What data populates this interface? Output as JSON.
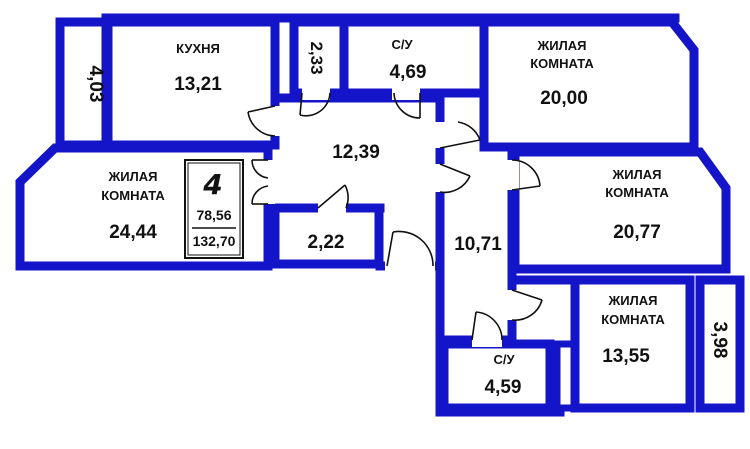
{
  "rooms": {
    "kitchen": {
      "name": "КУХНЯ",
      "area": "13,21"
    },
    "balcony_left": {
      "area": "4,03"
    },
    "pantry_top": {
      "area": "2,33"
    },
    "bathroom_top": {
      "name": "С/У",
      "area": "4,69"
    },
    "living_top_right": {
      "name_line1": "ЖИЛАЯ",
      "name_line2": "КОМНАТА",
      "area": "20,00"
    },
    "hall": {
      "area": "12,39"
    },
    "living_left": {
      "name_line1": "ЖИЛАЯ",
      "name_line2": "КОМНАТА",
      "area": "24,44"
    },
    "storage": {
      "area": "2,22"
    },
    "corridor": {
      "area": "10,71"
    },
    "living_mid_right": {
      "name_line1": "ЖИЛАЯ",
      "name_line2": "КОМНАТА",
      "area": "20,77"
    },
    "living_bottom_right": {
      "name_line1": "ЖИЛАЯ",
      "name_line2": "КОМНАТА",
      "area": "13,55"
    },
    "balcony_right": {
      "area": "3,98"
    },
    "bathroom_bottom": {
      "name": "С/У",
      "area": "4,59"
    }
  },
  "summary": {
    "rooms_count": "4",
    "living_area": "78,56",
    "total_area": "132,70"
  },
  "colors": {
    "wall": "#1414c8",
    "text": "#111111",
    "background": "#ffffff"
  }
}
